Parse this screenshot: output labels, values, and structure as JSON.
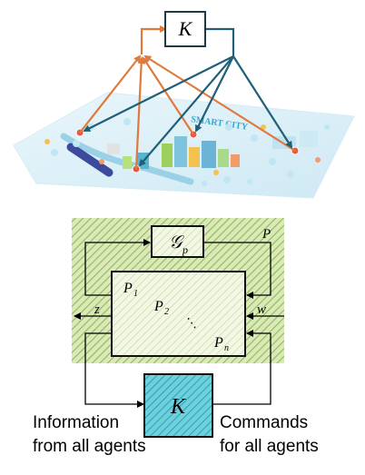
{
  "top_diagram": {
    "controller_label": "K",
    "city_sign": "SMART CITY"
  },
  "block_diagram": {
    "plant_label": "𝒢",
    "plant_subscript": "p",
    "signal_P": "P",
    "agent_1": "P",
    "agent_1_sub": "1",
    "agent_2": "P",
    "agent_2_sub": "2",
    "agent_dots": "⋱",
    "agent_n": "P",
    "agent_n_sub": "n",
    "signal_z": "z",
    "signal_w": "w",
    "controller_label": "K"
  },
  "captions": {
    "left_line1": "Information",
    "left_line2": "from all agents",
    "right_line1": "Commands",
    "right_line2": "for all agents"
  },
  "colors": {
    "orange": "#e07a3c",
    "teal": "#1f5f7a",
    "green_fill": "#cfe3a6",
    "teal_fill": "#4fc3d4"
  }
}
